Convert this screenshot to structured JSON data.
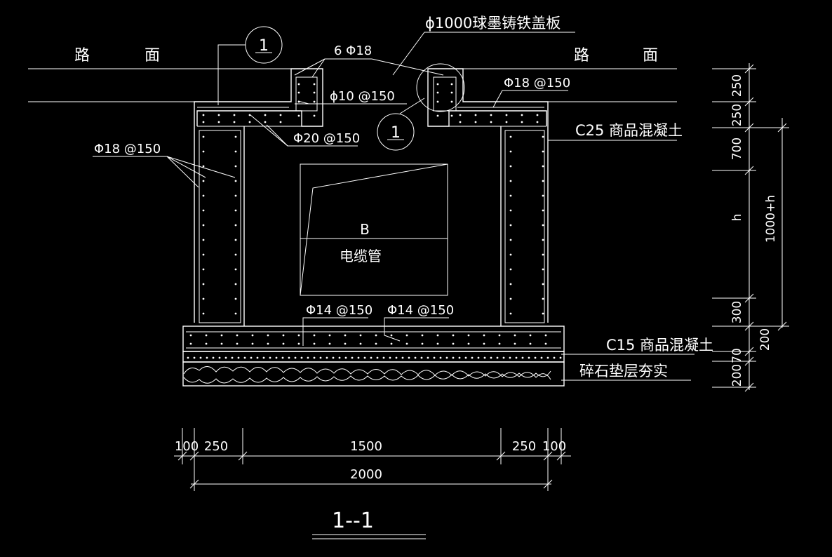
{
  "title": "1--1",
  "labels": {
    "road_left": [
      "路",
      "面"
    ],
    "road_right": [
      "路",
      "面"
    ],
    "cover_plate": "ϕ1000球墨铸铁盖板",
    "rebar_6phi18": "6 Φ18",
    "rebar_phi10": "ϕ10 @150",
    "rebar_phi18_top": "Φ18 @150",
    "rebar_phi20": "Φ20 @150",
    "rebar_phi18_wall": "Φ18 @150",
    "rebar_phi14_a": "Φ14 @150",
    "rebar_phi14_b": "Φ14 @150",
    "concrete_c25": "C25 商品混凝土",
    "concrete_c15": "C15 商品混凝土",
    "gravel": "碎石垫层夯实",
    "pipe_b": "B",
    "pipe_name": "电缆管",
    "detail_mark": "1"
  },
  "right_dims": {
    "d250a": "250",
    "d250b": "250",
    "d700": "700",
    "dh": "h",
    "d300": "300",
    "d200": "200",
    "d70": "70",
    "d200b": "200",
    "d1000h": "1000+h"
  },
  "bottom_dims": {
    "d100a": "100",
    "d250a": "250",
    "d1500": "1500",
    "d250b": "250",
    "d100b": "100",
    "d2000": "2000"
  }
}
